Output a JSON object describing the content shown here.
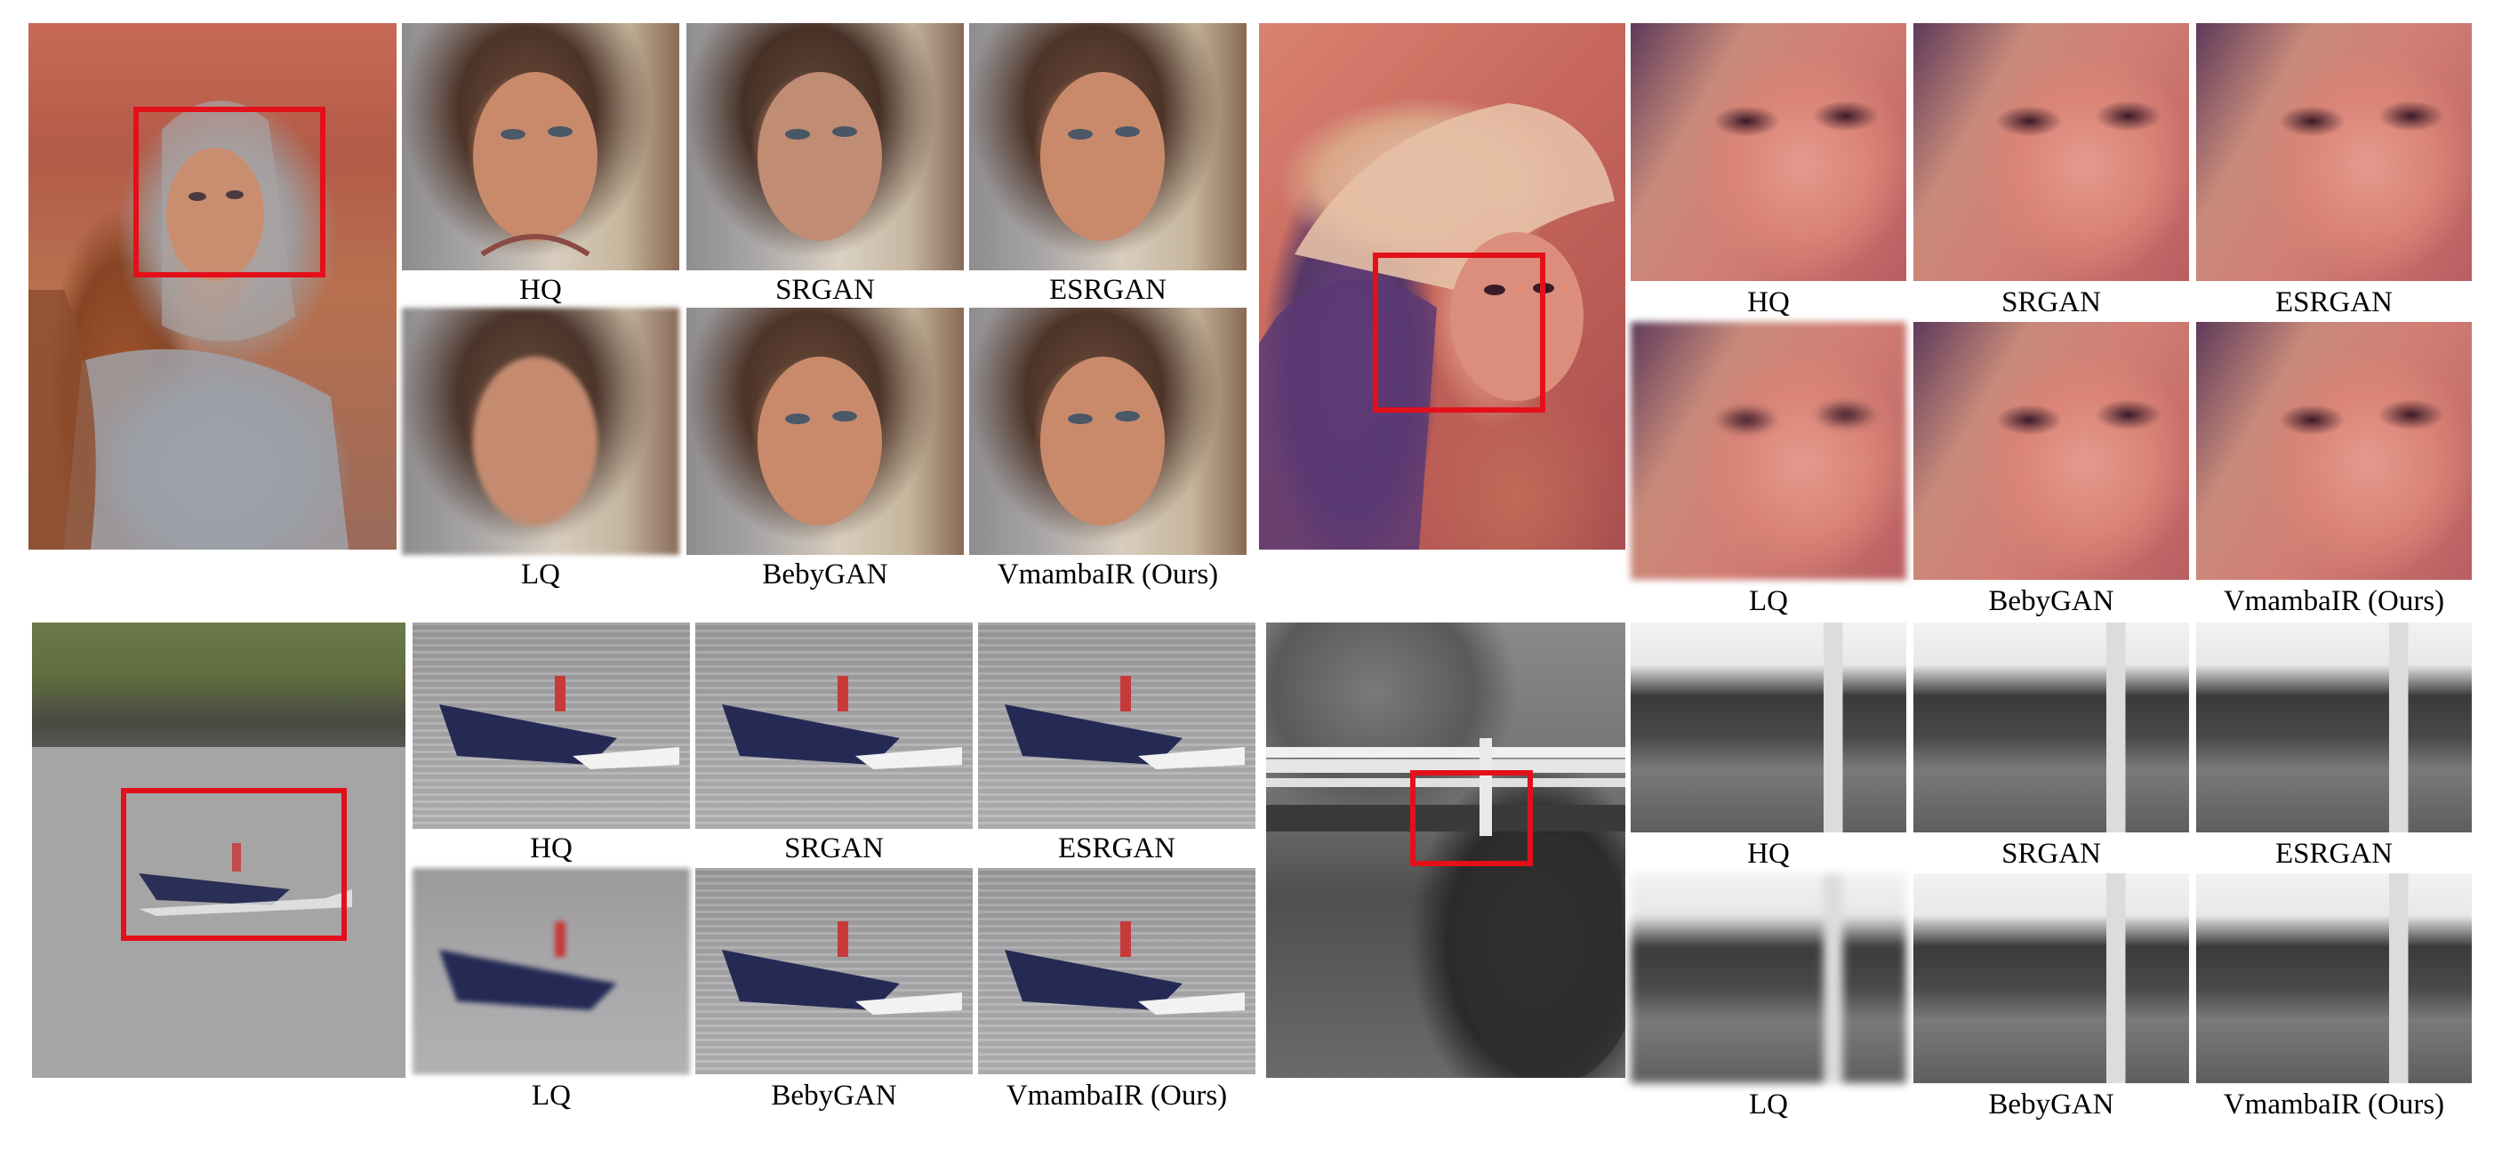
{
  "captions": {
    "hq": "HQ",
    "lq": "LQ",
    "srgan": "SRGAN",
    "esrgan": "ESRGAN",
    "bebygan": "BebyGAN",
    "ours": "VmambaIR (Ours)"
  },
  "colors": {
    "highlight_box": "#e3101a",
    "background": "#ffffff"
  }
}
